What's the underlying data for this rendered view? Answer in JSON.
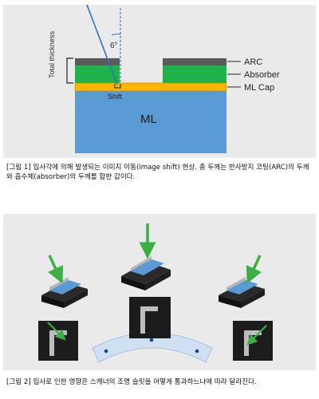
{
  "figure1": {
    "labels": {
      "total_thickness": "Total thickness",
      "angle": "6°",
      "arc": "ARC",
      "absorber": "Absorber",
      "ml_cap": "ML Cap",
      "shift": "Shift",
      "ml": "ML"
    },
    "caption": "[그림 1] 입사각에 의해 발생되는 이미지 이동(image shift) 현상. 총 두께는 반사방지 코팅(ARC)의 두께와 흡수체(absorber)의 두께를 합한 값이다.",
    "colors": {
      "arc": "#5a5a5a",
      "absorber": "#1fb24a",
      "ml_cap": "#f7b500",
      "ml": "#5b9bd5",
      "ray": "#2e75b6"
    }
  },
  "figure2": {
    "caption": "[그림 2] 입사로 인한 영향은 스캐너의 조명 슬릿을 어떻게 통과하느냐에 따라 달라진다.",
    "colors": {
      "arrow": "#3cb043",
      "mask_top": "#5b9bd5",
      "mask_base": "#1a1a1a",
      "slit": "#cfe0f3",
      "slit_dot": "#1f3f8f"
    }
  }
}
